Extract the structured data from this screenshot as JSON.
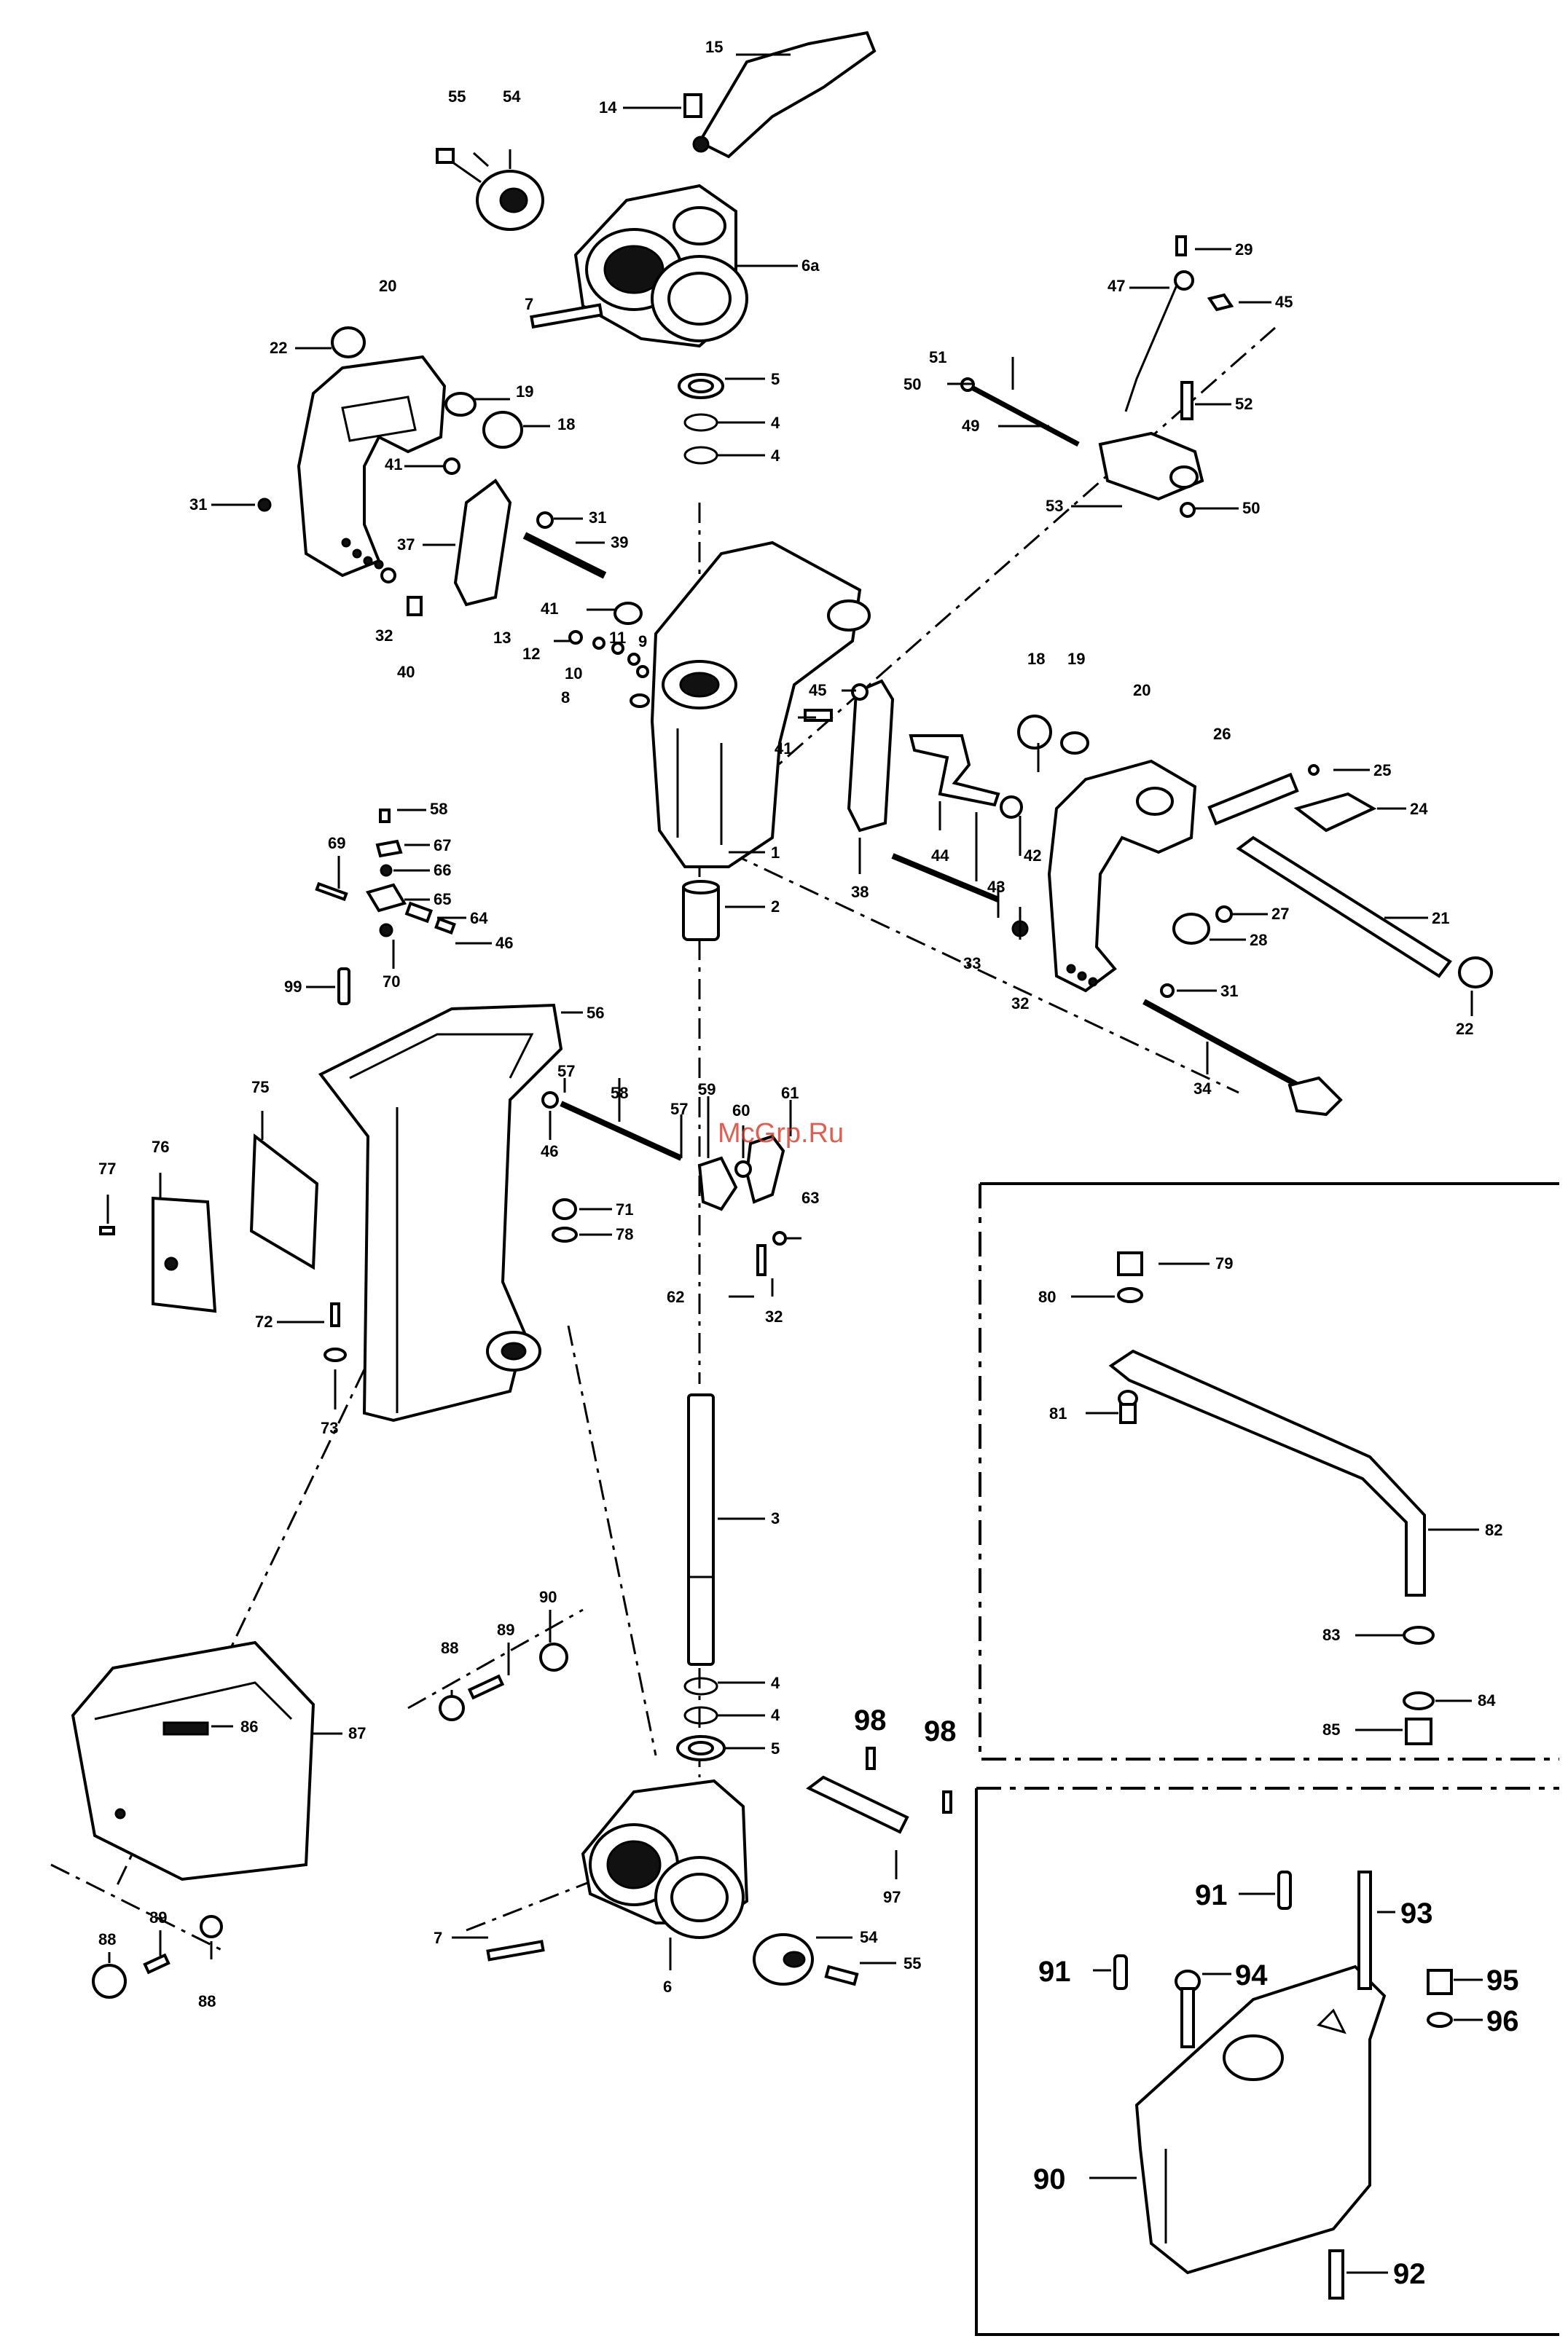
{
  "watermark": "McGrp.Ru",
  "callouts": {
    "c1": "1",
    "c2": "2",
    "c3": "3",
    "c4a": "4",
    "c4b": "4",
    "c4c": "4",
    "c4d": "4",
    "c5a": "5",
    "c5b": "5",
    "c6": "6",
    "c6a": "6a",
    "c7a": "7",
    "c7b": "7",
    "c8": "8",
    "c9": "9",
    "c10": "10",
    "c11": "11",
    "c12": "12",
    "c13": "13",
    "c14": "14",
    "c15": "15",
    "c18a": "18",
    "c18b": "18",
    "c19a": "19",
    "c19b": "19",
    "c20a": "20",
    "c20b": "20",
    "c21": "21",
    "c22a": "22",
    "c22b": "22",
    "c24": "24",
    "c25": "25",
    "c26": "26",
    "c27": "27",
    "c28": "28",
    "c29": "29",
    "c31a": "31",
    "c31b": "31",
    "c31c": "31",
    "c32a": "32",
    "c32b": "32",
    "c32c": "32",
    "c33": "33",
    "c34": "34",
    "c37": "37",
    "c38": "38",
    "c39": "39",
    "c40": "40",
    "c41a": "41",
    "c41b": "41",
    "c41c": "41",
    "c42": "42",
    "c43": "43",
    "c44": "44",
    "c45a": "45",
    "c45b": "45",
    "c46a": "46",
    "c46b": "46",
    "c47": "47",
    "c49": "49",
    "c50a": "50",
    "c50b": "50",
    "c51": "51",
    "c52": "52",
    "c53": "53",
    "c54a": "54",
    "c54b": "54",
    "c55a": "55",
    "c55b": "55",
    "c56": "56",
    "c57a": "57",
    "c57b": "57",
    "c58a": "58",
    "c58b": "58",
    "c59": "59",
    "c60": "60",
    "c61": "61",
    "c62": "62",
    "c63": "63",
    "c64": "64",
    "c65": "65",
    "c66": "66",
    "c67": "67",
    "c69": "69",
    "c70": "70",
    "c71": "71",
    "c72": "72",
    "c73": "73",
    "c75": "75",
    "c76": "76",
    "c77": "77",
    "c78": "78",
    "c79": "79",
    "c80": "80",
    "c81": "81",
    "c82": "82",
    "c83": "83",
    "c84": "84",
    "c85": "85",
    "c86": "86",
    "c87": "87",
    "c88a": "88",
    "c88b": "88",
    "c88c": "88",
    "c89a": "89",
    "c89b": "89",
    "c90a": "90",
    "c90b": "90",
    "c91a": "91",
    "c91b": "91",
    "c92": "92",
    "c93": "93",
    "c94": "94",
    "c95": "95",
    "c96": "96",
    "c97": "97",
    "c98a": "98",
    "c98b": "98",
    "c99": "99"
  }
}
